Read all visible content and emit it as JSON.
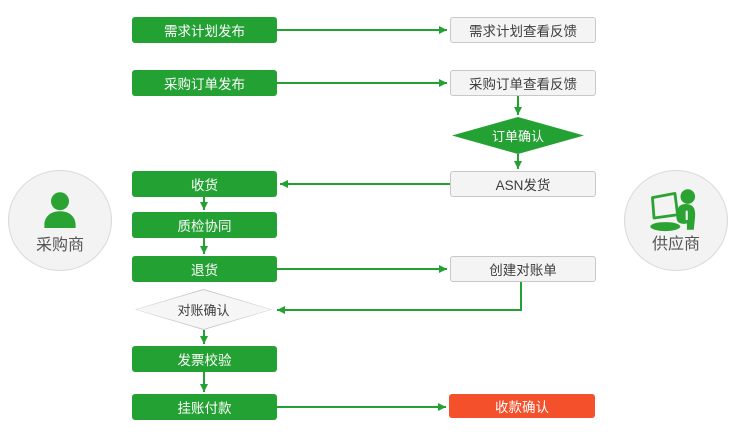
{
  "diagram": {
    "type": "flowchart",
    "actors": {
      "buyer": {
        "label": "采购商"
      },
      "supplier": {
        "label": "供应商"
      }
    },
    "nodes": {
      "demand_plan_publish": "需求计划发布",
      "demand_plan_feedback": "需求计划查看反馈",
      "po_publish": "采购订单发布",
      "po_feedback": "采购订单查看反馈",
      "order_confirm": "订单确认",
      "asn_ship": "ASN发货",
      "receive_goods": "收货",
      "quality_collab": "质检协同",
      "return_goods": "退货",
      "create_statement": "创建对账单",
      "recon_confirm": "对账确认",
      "invoice_check": "发票校验",
      "pay_on_account": "挂账付款",
      "receipt_confirm": "收款确认"
    },
    "colors": {
      "green": "#23a233",
      "red": "#f4502c",
      "box_bg": "#f4f4f4",
      "box_border": "#c8c8c8",
      "text_dark": "#3d3d3d"
    }
  }
}
